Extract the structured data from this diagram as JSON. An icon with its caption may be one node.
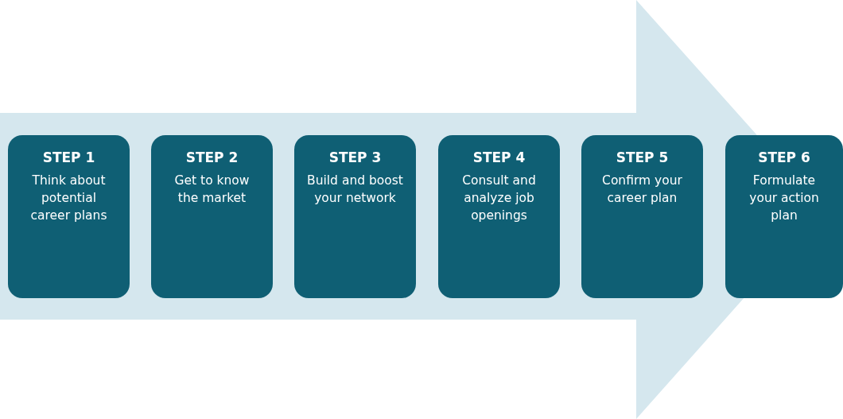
{
  "diagram": {
    "nodes": [
      {
        "text": [
          "STEP 1",
          "Think about potential career plans"
        ]
      },
      {
        "text": [
          "STEP 2",
          "Get to know the market"
        ]
      },
      {
        "text": [
          "STEP 3",
          "Build and boost your network"
        ]
      },
      {
        "text": [
          "STEP 4",
          "Consult and analyze job openings"
        ]
      },
      {
        "text": [
          "STEP 5",
          "Confirm your career plan"
        ]
      },
      {
        "text": [
          "STEP 6",
          "Formulate your action plan"
        ]
      }
    ],
    "edges": [
      {
        "from": 0,
        "to": 5,
        "arrow": "to"
      }
    ]
  }
}
